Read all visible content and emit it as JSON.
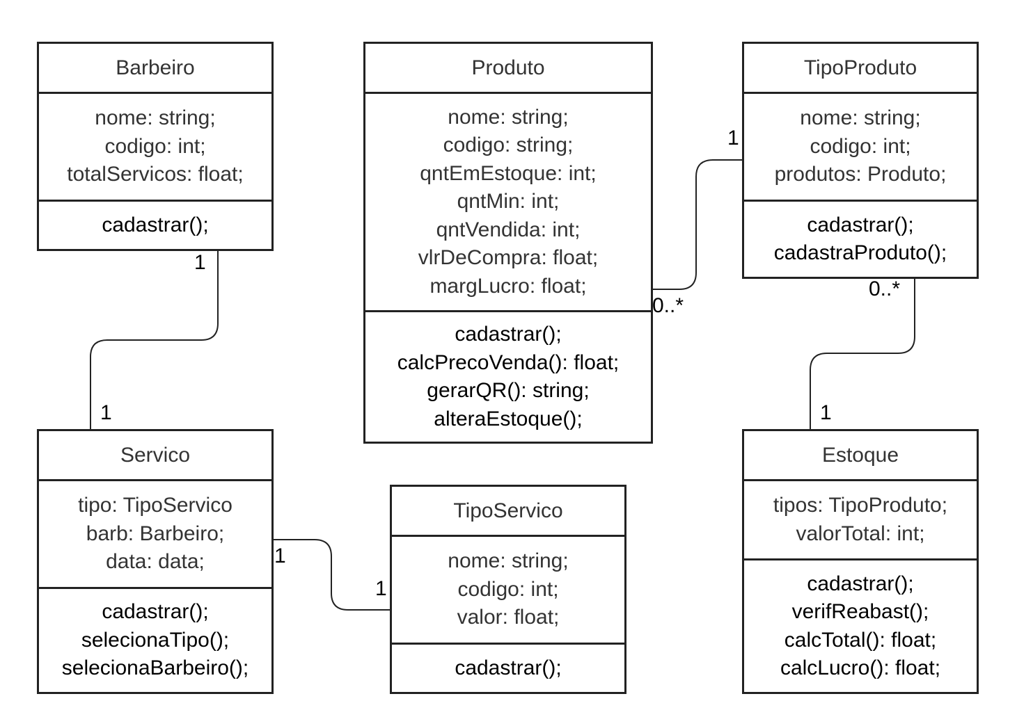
{
  "colors": {
    "border": "#222222",
    "header_text": "#333333",
    "attr_text": "#333333",
    "method_text": "#000000"
  },
  "classes": {
    "barbeiro": {
      "name": "Barbeiro",
      "attributes": [
        "nome: string;",
        "codigo: int;",
        "totalServicos: float;"
      ],
      "methods": [
        "cadastrar();"
      ]
    },
    "produto": {
      "name": "Produto",
      "attributes": [
        "nome: string;",
        "codigo: string;",
        "qntEmEstoque: int;",
        "qntMin: int;",
        "qntVendida: int;",
        "vlrDeCompra: float;",
        "margLucro: float;"
      ],
      "methods": [
        "cadastrar();",
        "calcPrecoVenda(): float;",
        "gerarQR(): string;",
        "alteraEstoque();"
      ]
    },
    "tipoproduto": {
      "name": "TipoProduto",
      "attributes": [
        "nome: string;",
        "codigo: int;",
        "produtos: Produto;"
      ],
      "methods": [
        "cadastrar();",
        "cadastraProduto();"
      ]
    },
    "servico": {
      "name": "Servico",
      "attributes": [
        "tipo: TipoServico",
        "barb: Barbeiro;",
        "data: data;"
      ],
      "methods": [
        "cadastrar();",
        "selecionaTipo();",
        "selecionaBarbeiro();"
      ]
    },
    "tiposervico": {
      "name": "TipoServico",
      "attributes": [
        "nome: string;",
        "codigo: int;",
        "valor: float;"
      ],
      "methods": [
        "cadastrar();"
      ]
    },
    "estoque": {
      "name": "Estoque",
      "attributes": [
        "tipos: TipoProduto;",
        "valorTotal: int;"
      ],
      "methods": [
        "cadastrar();",
        "verifReabast();",
        "calcTotal(): float;",
        "calcLucro(): float;"
      ]
    }
  },
  "associations": {
    "barbeiro_servico": {
      "from_mult": "1",
      "to_mult": "1"
    },
    "produto_tipoproduto": {
      "from_mult": "0..*",
      "to_mult": "1"
    },
    "tipoproduto_estoque": {
      "from_mult": "0..*",
      "to_mult": "1"
    },
    "servico_tiposervico": {
      "from_mult": "1",
      "to_mult": "1"
    }
  }
}
